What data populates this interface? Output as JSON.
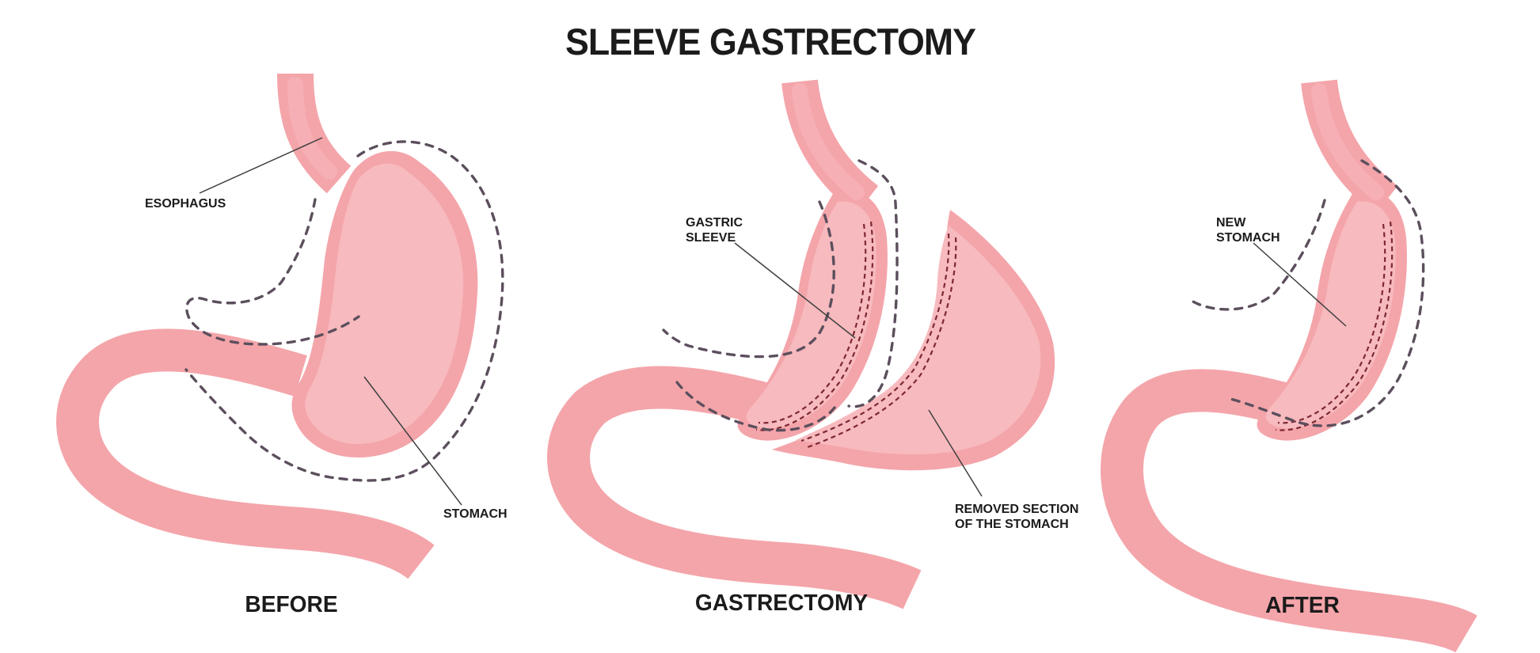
{
  "title": "SLEEVE GASTRECTOMY",
  "colors": {
    "pink": "#f4a5aa",
    "pink_light": "#f7babe",
    "dash": "#5c4f5d",
    "stitch": "#7d2833",
    "text": "#1b1b1b",
    "bg": "#ffffff"
  },
  "panels": {
    "before": {
      "caption": "BEFORE",
      "label_esophagus": "ESOPHAGUS",
      "label_stomach": "STOMACH"
    },
    "gastrectomy": {
      "caption": "GASTRECTOMY",
      "label_sleeve": "GASTRIC\nSLEEVE",
      "label_removed": "REMOVED SECTION\nOF THE STOMACH"
    },
    "after": {
      "caption": "AFTER",
      "label_new_stomach": "NEW\nSTOMACH"
    }
  }
}
